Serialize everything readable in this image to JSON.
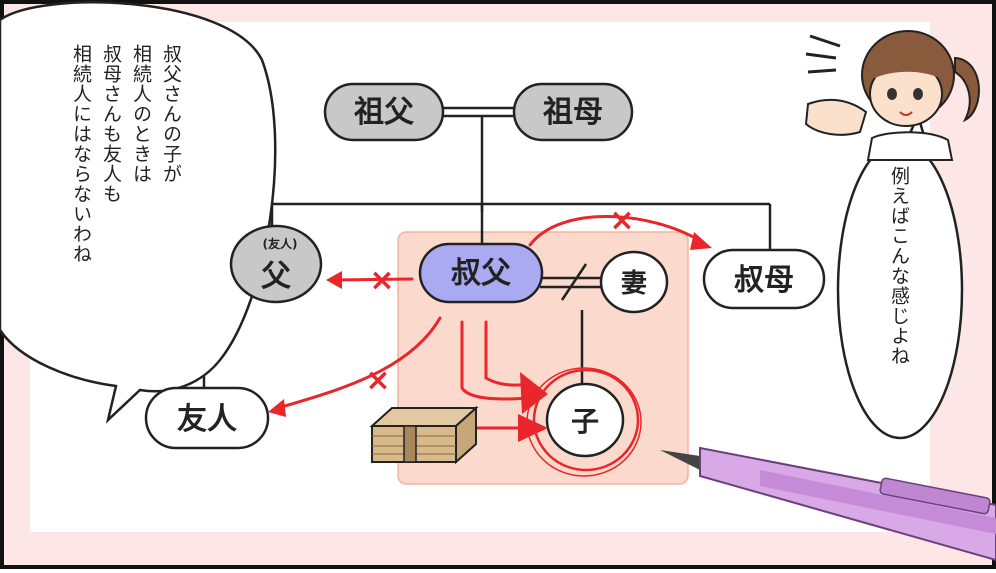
{
  "colors": {
    "background_pink": "#fde6e6",
    "paper": "#ffffff",
    "grey_node": "#c8c8c8",
    "uncle_node": "#a9aaf2",
    "highlight_box": "#fbd9cc",
    "red_arrow": "#e8262b",
    "pen_purple": "#d9a8e6"
  },
  "speech_left": {
    "line1": "叔父さんの子が",
    "line2": "相続人のときは",
    "line3": "叔母さんも友人も",
    "line4": "相続人にはならないわね"
  },
  "speech_right": {
    "text": "例えばこんな感じよね"
  },
  "tree": {
    "grandfather": "祖父",
    "grandmother": "祖母",
    "father_prefix": "(友人)",
    "father": "父",
    "uncle": "叔父",
    "wife": "妻",
    "aunt": "叔母",
    "friend": "友人",
    "child": "子"
  },
  "marks": {
    "cross": "×"
  },
  "icons": [
    "money-bundle-icon",
    "pen-icon",
    "girl-character-icon"
  ]
}
